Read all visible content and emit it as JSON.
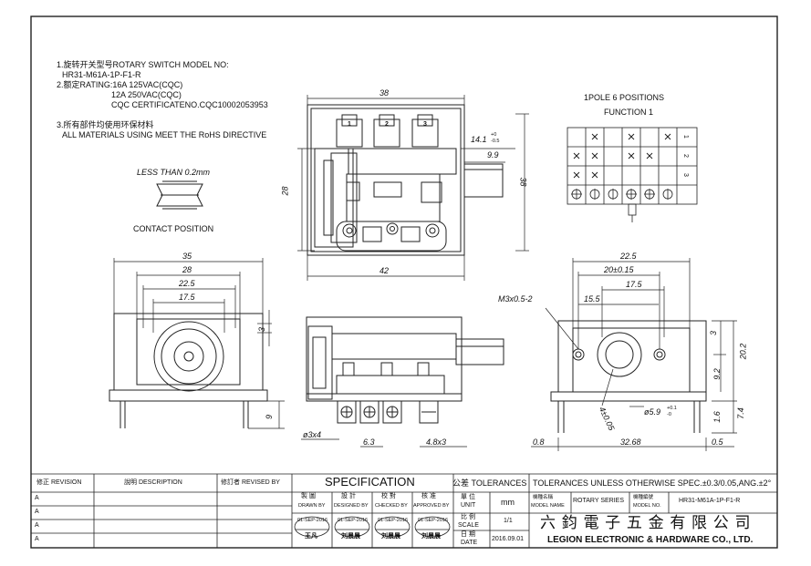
{
  "notes": {
    "l1": "1.旋转开关型号ROTARY SWITCH MODEL NO:",
    "l2": "HR31-M61A-1P-F1-R",
    "l3": "2.额定RATING:16A 125VAC(CQC)",
    "l4": "12A 250VAC(CQC)",
    "l5": "CQC CERTIFICATENO.CQC10002053953",
    "l6": "3.所有部件均使用环保材料",
    "l7": "ALL MATERIALS USING MEET THE RoHS DIRECTIVE"
  },
  "contact": {
    "less_than": "LESS  THAN  0.2mm",
    "caption": "CONTACT POSITION"
  },
  "function": {
    "title1": "1POLE 6 POSITIONS",
    "title2": "FUNCTION 1",
    "row_labels": [
      "1",
      "2",
      "3"
    ],
    "marks": [
      [
        false,
        true,
        false,
        true,
        false,
        true
      ],
      [
        true,
        true,
        false,
        true,
        true,
        false
      ],
      [
        true,
        true,
        false,
        false,
        false,
        false
      ]
    ]
  },
  "dims": {
    "front_width": "38",
    "front_height_left": "28",
    "front_height_right": "38",
    "tol": "14.1",
    "tol_sup": "+0",
    "tol_sub": "-0.5",
    "shaft_len": "9.9",
    "base_width": "42",
    "terminals": [
      "1",
      "2",
      "3"
    ],
    "left_35": "35",
    "left_28": "28",
    "left_225": "22.5",
    "left_175": "17.5",
    "left_3": "3",
    "left_9": "9",
    "mid_d3x4": "ø3x4",
    "mid_63": "6.3",
    "mid_48x3": "4.8x3",
    "r_225": "22.5",
    "r_20": "20±0.15",
    "r_175": "17.5",
    "r_155": "15.5",
    "r_m3": "M3x0.5-2",
    "r_d59": "ø5.9",
    "r_d59_sup": "+0.1",
    "r_d59_sub": "-0",
    "r_4": "4±0.05",
    "r_3": "3",
    "r_202": "20.2",
    "r_92": "9.2",
    "r_16": "1.6",
    "r_74": "7.4",
    "r_08": "0.8",
    "r_3268": "32.68",
    "r_05": "0.5"
  },
  "title_block": {
    "revision": "修正 REVISION",
    "description": "說明 DESCRIPTION",
    "revised_by": "修訂者 REVISED BY",
    "specification": "SPECIFICATION",
    "tolerances": "公差 TOLERANCES",
    "tol_note": "TOLERANCES UNLESS OTHERWISE SPEC.±0.3/0.05,ANG.±2°",
    "drawn_by": "DRAWN BY",
    "drawn_by_cn": "製 圖",
    "designed_by": "DESIGNED BY",
    "designed_by_cn": "設 計",
    "checked_by": "CHECKED BY",
    "checked_by_cn": "校 對",
    "approved_by": "APPROVED BY",
    "approved_by_cn": "核 准",
    "unit_cn": "單 位",
    "unit": "UNIT",
    "unit_val": "mm",
    "scale_cn": "比 例",
    "scale": "SCALE",
    "scale_val": "1/1",
    "date_cn": "日 期",
    "date": "DATE",
    "date_val": "2016.09.01",
    "model_name_cn": "機種名稱",
    "model_name": "MODEL NAME",
    "model_name_val": "ROTARY SERIES",
    "model_no_cn": "機種編號",
    "model_no": "MODEL NO.",
    "model_no_val": "HR31-M61A-1P-F1-R",
    "company_cn": "六 鈞 電 子 五 金 有 限 公 司",
    "company_en": "LEGION ELECTRONIC & HARDWARE CO., LTD.",
    "stamp_date": "01-SEP-2016",
    "signature": "王凡",
    "signature2": "刘晨晨",
    "rev_marks": [
      "A",
      "A",
      "A",
      "A"
    ]
  }
}
